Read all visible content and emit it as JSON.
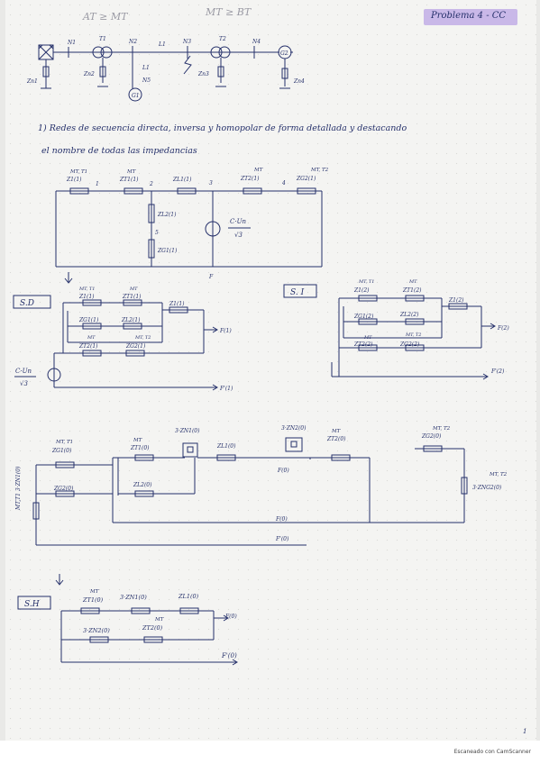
{
  "header": {
    "title": "Problema 4 - CC",
    "page_number": "1"
  },
  "single_line": {
    "pencil_labels": [
      "AT ≥ MT",
      "MT ≥ BT"
    ],
    "bus_labels": [
      "N1",
      "N2",
      "N3",
      "N4"
    ],
    "line_label": "L1",
    "load_labels": [
      "Zn1",
      "Zn2",
      "Zn3",
      "Zn4"
    ],
    "generator_labels": [
      "G1",
      "G2"
    ],
    "transformer_labels": [
      "T1",
      "T2"
    ],
    "other_labels": [
      "L1",
      "N5"
    ]
  },
  "statement": {
    "line1": "1) Redes de secuencia directa, inversa y homopolar de forma detallada y destacando",
    "line2": "el nombre de todas las impedancias"
  },
  "direct_network": {
    "top_labels": [
      "MT, T1",
      "MT",
      "MT",
      "MT, T2"
    ],
    "impedances": [
      "Z1(1)",
      "ZT1(1)",
      "ZL1(1)",
      "ZT2(1)",
      "ZG2(1)"
    ],
    "node_numbers": [
      "1",
      "2",
      "3",
      "4"
    ],
    "branch_impedances": [
      "ZL2(1)",
      "ZG1(1)"
    ],
    "branch_node": "5",
    "source_label": "C·Un",
    "source_den": "√3",
    "fault_label": "F"
  },
  "sd": {
    "box_label": "S.D",
    "top_labels": [
      "MT, T1",
      "MT"
    ],
    "impedances_row1": [
      "Z1(1)",
      "ZT1(1)",
      "Z1(1)"
    ],
    "impedances_row2": [
      "ZG1(1)",
      "ZL2(1)"
    ],
    "row3_labels": [
      "MT",
      "MT, T2"
    ],
    "impedances_row3": [
      "ZT2(1)",
      "ZG2(1)"
    ],
    "fault_top": "F(1)",
    "fault_bottom": "F'(1)",
    "source_label": "C·Un",
    "source_den": "√3"
  },
  "si": {
    "box_label": "S. I",
    "top_labels": [
      "MT, T1",
      "MT"
    ],
    "impedances_row1": [
      "Z1(2)",
      "ZT1(2)",
      "Z1(2)"
    ],
    "impedances_row2": [
      "ZG1(2)",
      "ZL2(2)"
    ],
    "row3_labels": [
      "MT",
      "MT, T2"
    ],
    "impedances_row3": [
      "ZT2(2)",
      "ZG2(2)"
    ],
    "fault_top": "F(2)",
    "fault_bottom": "F'(2)"
  },
  "zero_network": {
    "labels_top": [
      "MT, T1",
      "MT",
      "3·ZN1(0)",
      "3·ZN2(0)",
      "MT",
      "MT, T2"
    ],
    "impedances": [
      "ZG1(0)",
      "ZT1(0)",
      "ZL1(0)",
      "ZT2(0)",
      "ZG2(0)"
    ],
    "lower_impedances": [
      "ZG2(0)",
      "ZL2(0)"
    ],
    "left_vertical": "MT,T1  3·ZN1(0)",
    "right_vertical_top": "MT, T2",
    "right_vertical": "3·ZNG2(0)",
    "fault_top": "F(0)",
    "fault_bottom": "F'(0)"
  },
  "sh": {
    "box_label": "S.H",
    "top_labels": [
      "MT",
      "",
      ""
    ],
    "impedances_row1": [
      "ZT1(0)",
      "3·ZN1(0)",
      "ZL1(0)"
    ],
    "row2_labels": [
      "",
      "MT"
    ],
    "impedances_row2": [
      "3·ZN2(0)",
      "ZT2(0)"
    ],
    "fault_top": "F(0)",
    "fault_bottom": "F'(0)"
  },
  "footer": {
    "text": "Escaneado con CamScanner"
  }
}
